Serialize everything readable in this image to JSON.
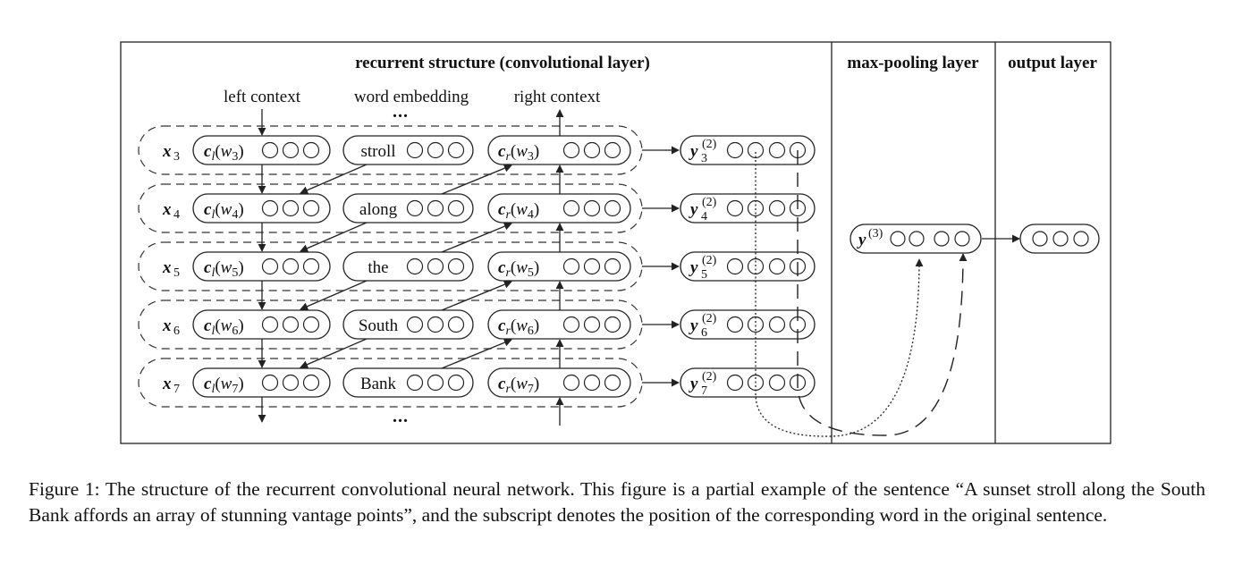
{
  "sections": {
    "recurrent": "recurrent structure (convolutional layer)",
    "maxpool": "max-pooling layer",
    "output": "output layer"
  },
  "col_labels": {
    "left": "left context",
    "embed": "word embedding",
    "right": "right context"
  },
  "ellipsis": "...",
  "rows": [
    {
      "x_sub": "3",
      "word": "stroll",
      "y_sub": "3"
    },
    {
      "x_sub": "4",
      "word": "along",
      "y_sub": "4"
    },
    {
      "x_sub": "5",
      "word": "the",
      "y_sub": "5"
    },
    {
      "x_sub": "6",
      "word": "South",
      "y_sub": "6"
    },
    {
      "x_sub": "7",
      "word": "Bank",
      "y_sub": "7"
    }
  ],
  "symbols": {
    "x": "x",
    "c": "c",
    "l": "l",
    "r": "r",
    "w": "w",
    "y": "y",
    "sup2": "(2)",
    "sup3": "(3)",
    "lparen": "(",
    "rparen": ")"
  },
  "caption": "Figure 1: The structure of the recurrent convolutional neural network. This figure is a partial example of the sentence “A sunset stroll along the South Bank affords an array of stunning vantage points”, and the subscript denotes the position of the corresponding word in the original sentence."
}
